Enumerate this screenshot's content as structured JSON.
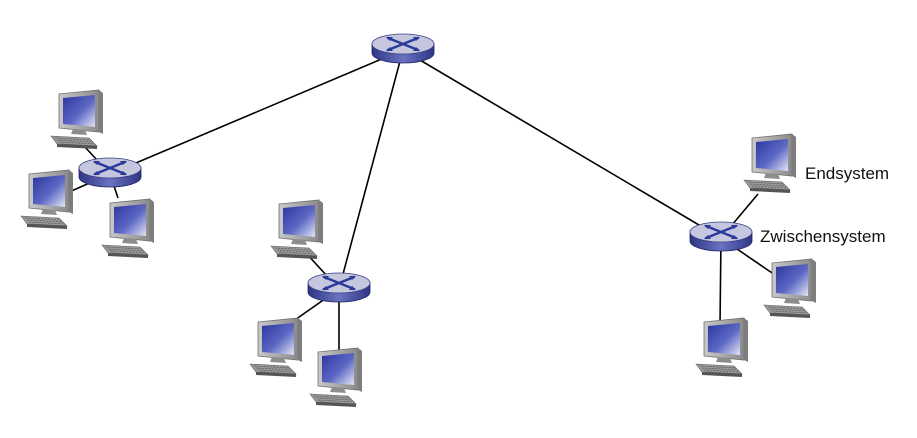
{
  "labels": {
    "end_system": "Endsystem",
    "intermediate_system": "Zwischensystem"
  },
  "routers": [
    {
      "id": "core",
      "icon": "router-icon"
    },
    {
      "id": "left",
      "icon": "router-icon"
    },
    {
      "id": "center",
      "icon": "router-icon"
    },
    {
      "id": "right",
      "icon": "router-icon"
    }
  ],
  "hosts": [
    {
      "id": "left-1",
      "router": "left",
      "icon": "computer-icon"
    },
    {
      "id": "left-2",
      "router": "left",
      "icon": "computer-icon"
    },
    {
      "id": "left-3",
      "router": "left",
      "icon": "computer-icon"
    },
    {
      "id": "center-1",
      "router": "center",
      "icon": "computer-icon"
    },
    {
      "id": "center-2",
      "router": "center",
      "icon": "computer-icon"
    },
    {
      "id": "center-3",
      "router": "center",
      "icon": "computer-icon"
    },
    {
      "id": "right-1",
      "router": "right",
      "icon": "computer-icon"
    },
    {
      "id": "right-2",
      "router": "right",
      "icon": "computer-icon"
    },
    {
      "id": "right-3",
      "router": "right",
      "icon": "computer-icon"
    }
  ],
  "links": [
    [
      "core",
      "left"
    ],
    [
      "core",
      "center"
    ],
    [
      "core",
      "right"
    ],
    [
      "left",
      "left-1"
    ],
    [
      "left",
      "left-2"
    ],
    [
      "left",
      "left-3"
    ],
    [
      "center",
      "center-1"
    ],
    [
      "center",
      "center-2"
    ],
    [
      "center",
      "center-3"
    ],
    [
      "right",
      "right-1"
    ],
    [
      "right",
      "right-2"
    ],
    [
      "right",
      "right-3"
    ]
  ],
  "colors": {
    "router_top": "#c4c7dd",
    "router_side": "#3e4595",
    "router_arrows": "#2a3a9a",
    "screen": "#3a46a6",
    "monitor_frame": "#a9a9a9",
    "line": "#000000"
  }
}
